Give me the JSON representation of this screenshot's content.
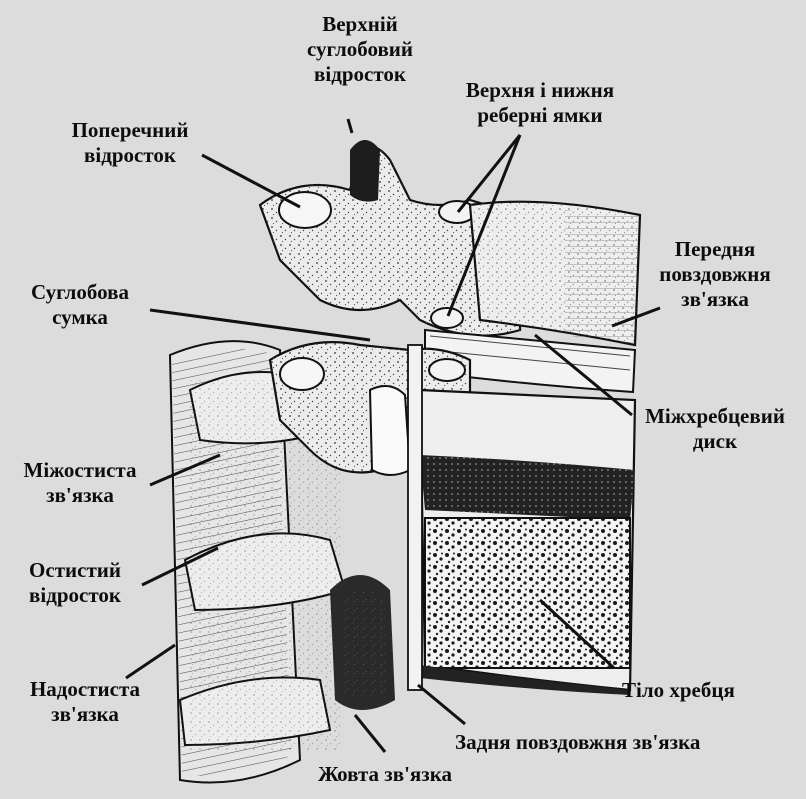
{
  "labels": {
    "upper_articular_process": [
      "Верхній",
      "суглобовий",
      "відросток"
    ],
    "upper_lower_costal_pits": [
      "Верхня і нижня",
      "реберні ямки"
    ],
    "transverse_process": [
      "Поперечний",
      "відросток"
    ],
    "anterior_longitudinal_ligament": [
      "Передня",
      "повздовжня",
      "зв'язка"
    ],
    "articular_capsule": [
      "Суглобова",
      "сумка"
    ],
    "intervertebral_disc": [
      "Міжхребцевий",
      "диск"
    ],
    "interspinous_ligament": [
      "Міжостиста",
      "зв'язка"
    ],
    "spinous_process": [
      "Остистий",
      "відросток"
    ],
    "supraspinous_ligament": [
      "Надостиста",
      "зв'язка"
    ],
    "vertebral_body": "Тіло хребця",
    "posterior_longitudinal_ligament": "Задня повздовжня зв'язка",
    "ligamentum_flavum": "Жовта зв'язка"
  },
  "colors": {
    "background": "#dcdcdc",
    "ink": "#111111",
    "bone": "#ececec",
    "disc": "#f2f2f2"
  }
}
